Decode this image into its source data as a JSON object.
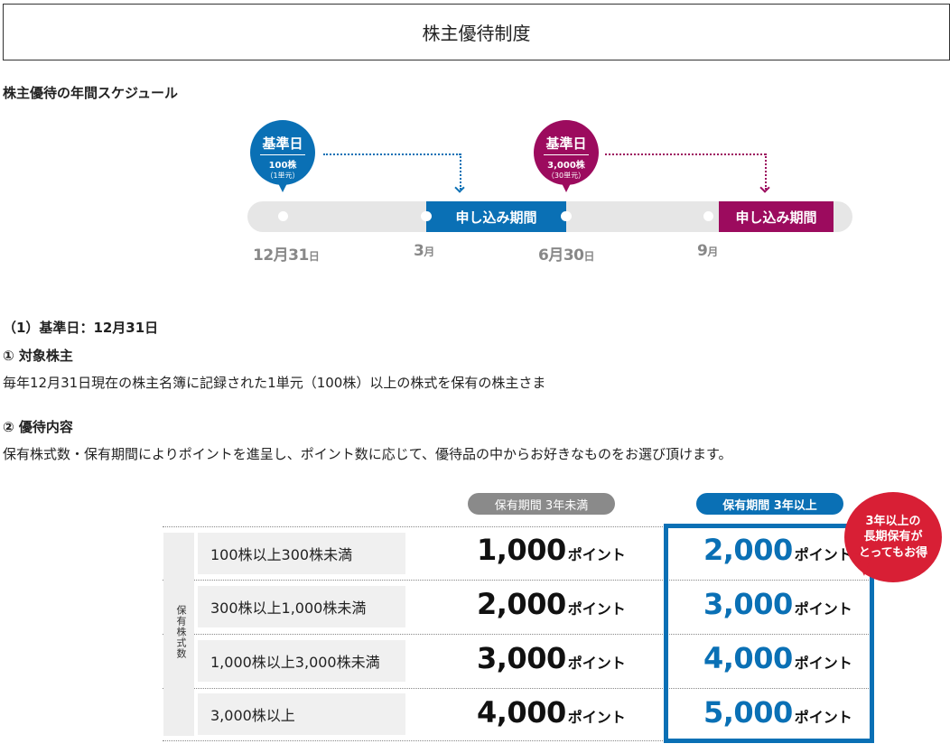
{
  "page_title": "株主優待制度",
  "schedule": {
    "heading": "株主優待の年間スケジュール",
    "pins": [
      {
        "title": "基準日",
        "shares": "100株",
        "unit": "（1単元）",
        "color": "#0a70b5"
      },
      {
        "title": "基準日",
        "shares": "3,000株",
        "unit": "（30単元）",
        "color": "#9c0b5e"
      }
    ],
    "apply_labels": [
      "申し込み期間",
      "申し込み期間"
    ],
    "timeline_labels": [
      {
        "main": "12月31",
        "suffix": "日"
      },
      {
        "main": "3",
        "suffix": "月"
      },
      {
        "main": "6月30",
        "suffix": "日"
      },
      {
        "main": "9",
        "suffix": "月"
      }
    ]
  },
  "section1": {
    "heading": "（1）基準日：12月31日",
    "target_heading": "① 対象株主",
    "target_text": "毎年12月31日現在の株主名簿に記録された1単元（100株）以上の株式を保有の株主さま",
    "benefit_heading": "② 優待内容",
    "benefit_text": "保有株式数・保有期間によりポイントを進呈し、ポイント数に応じて、優待品の中からお好きなものをお選び頂けます。"
  },
  "table": {
    "col_headers": [
      "保有期間 3年未満",
      "保有期間 3年以上"
    ],
    "row_group_label": "保有株式数",
    "rows": [
      {
        "range": "100株以上300株未満",
        "short": "1,000",
        "long": "2,000"
      },
      {
        "range": "300株以上1,000株未満",
        "short": "2,000",
        "long": "3,000"
      },
      {
        "range": "1,000株以上3,000株未満",
        "short": "3,000",
        "long": "4,000"
      },
      {
        "range": "3,000株以上",
        "short": "4,000",
        "long": "5,000"
      }
    ],
    "point_unit": "ポイント",
    "badge_text": "3年以上の\n長期保有が\nとってもお得",
    "accent_color": "#0a70b5",
    "badge_color": "#d81f35"
  }
}
